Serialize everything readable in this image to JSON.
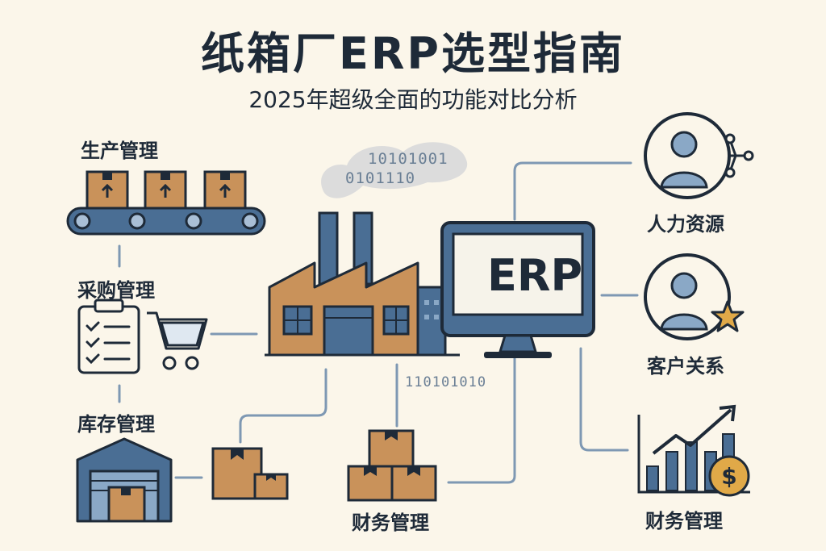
{
  "header": {
    "title": "纸箱厂ERP选型指南",
    "subtitle": "2025年超级全面的功能对比分析"
  },
  "center": {
    "erp_label": "ERP",
    "binary_cloud_1": "10101001",
    "binary_cloud_2": "0101110",
    "binary_stream": "110101010"
  },
  "modules": {
    "production": "生产管理",
    "procurement": "采购管理",
    "inventory": "库存管理",
    "finance_bottom": "财务管理",
    "hr": "人力资源",
    "crm": "客户关系",
    "finance_right": "财务管理"
  },
  "icon_names": [
    "conveyor-belt-icon",
    "checklist-icon",
    "shopping-cart-icon",
    "warehouse-icon",
    "boxes-icon",
    "factory-icon",
    "monitor-icon",
    "person-network-icon",
    "person-star-icon",
    "growth-chart-dollar-icon"
  ],
  "colors": {
    "background": "#fbf6ea",
    "navy": "#1e2a38",
    "steel_blue": "#4a6e94",
    "light_blue": "#8aa8c6",
    "box_orange": "#c9925a",
    "star_gold": "#e0a948"
  }
}
